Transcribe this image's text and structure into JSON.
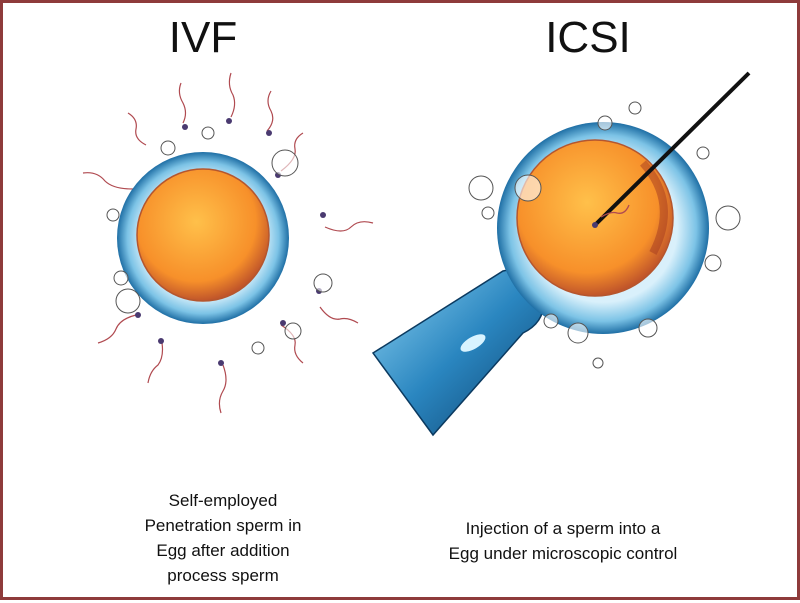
{
  "ivf": {
    "title": "IVF",
    "caption_lines": [
      "Self-employed",
      "Penetration sperm in",
      "Egg after addition",
      "process sperm"
    ]
  },
  "icsi": {
    "title": "ICSI",
    "caption_lines": [
      "Injection of a sperm into a",
      "Egg under microscopic control"
    ]
  },
  "colors": {
    "border": "#8e3b3b",
    "zona": "#2f8fc4",
    "yolk": "#f59a2c"
  }
}
